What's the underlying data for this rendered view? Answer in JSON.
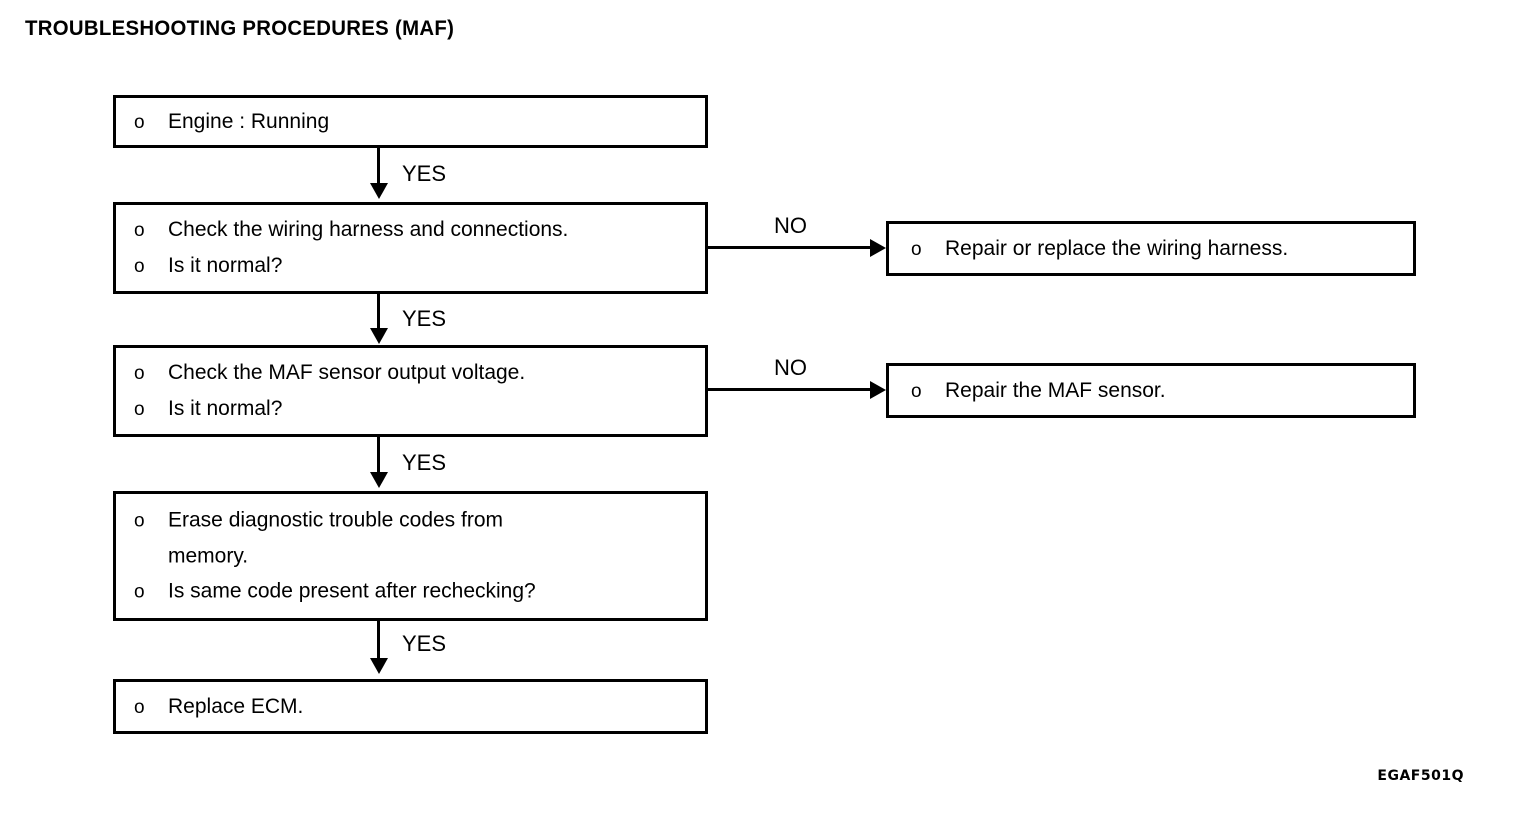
{
  "title": "TROUBLESHOOTING PROCEDURES (MAF)",
  "figure_code": "EGAF501Q",
  "bullet_glyph": "o",
  "colors": {
    "ink": "#000000",
    "background": "#ffffff"
  },
  "flow": {
    "boxes": [
      {
        "id": "engine-running",
        "lines": [
          {
            "bullet": "o",
            "text": "Engine : Running"
          }
        ]
      },
      {
        "id": "check-wiring-harness",
        "lines": [
          {
            "bullet": "o",
            "text": "Check the wiring harness and connections."
          },
          {
            "bullet": "o",
            "text": "Is it normal?"
          }
        ]
      },
      {
        "id": "check-maf-output-voltage",
        "lines": [
          {
            "bullet": "o",
            "text": "Check the MAF sensor output voltage."
          },
          {
            "bullet": "o",
            "text": "Is it normal?"
          }
        ]
      },
      {
        "id": "erase-diagnostic-codes",
        "lines": [
          {
            "bullet": "o",
            "text": "Erase diagnostic trouble codes from"
          },
          {
            "bullet": "",
            "text": "memory."
          },
          {
            "bullet": "o",
            "text": "Is same code present after rechecking?"
          }
        ]
      },
      {
        "id": "replace-ecm",
        "lines": [
          {
            "bullet": "o",
            "text": "Replace ECM."
          }
        ]
      }
    ],
    "outcomes": [
      {
        "id": "repair-replace-wiring-harness",
        "lines": [
          {
            "bullet": "o",
            "text": "Repair or replace the wiring harness."
          }
        ]
      },
      {
        "id": "repair-maf-sensor",
        "lines": [
          {
            "bullet": "o",
            "text": "Repair the MAF sensor."
          }
        ]
      }
    ],
    "edge_labels": {
      "yes_1": "YES",
      "yes_2": "YES",
      "yes_3": "YES",
      "yes_4": "YES",
      "no_1": "NO",
      "no_2": "NO"
    }
  }
}
